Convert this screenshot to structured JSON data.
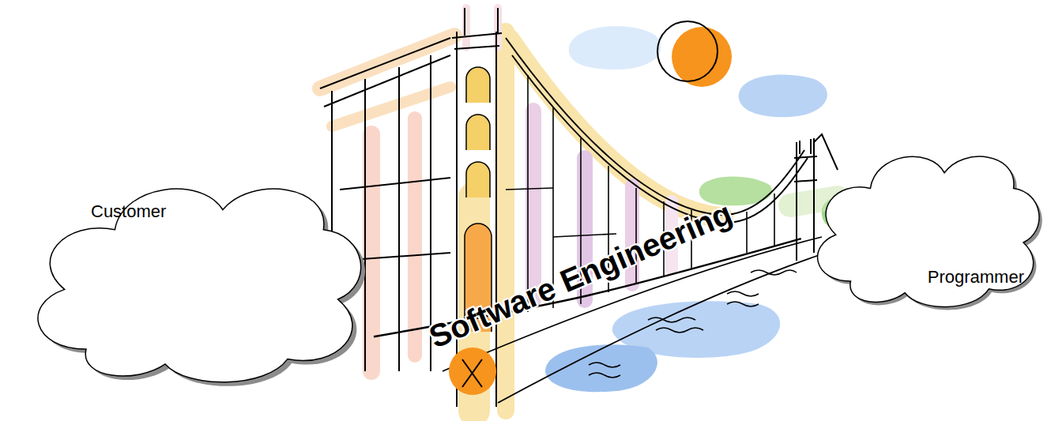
{
  "diagram": {
    "nodes": [
      {
        "text": [
          "Customer"
        ]
      },
      {
        "text": [
          "Programmer"
        ]
      }
    ],
    "edges": [
      {
        "from": 0,
        "to": 1,
        "arrow": "none",
        "label": "Software Engineering"
      }
    ]
  }
}
